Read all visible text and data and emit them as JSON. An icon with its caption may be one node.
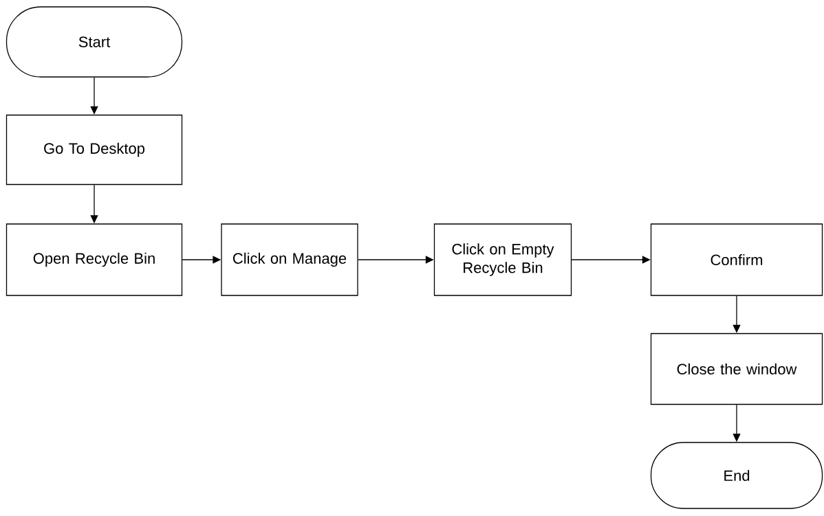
{
  "diagram": {
    "nodes": [
      {
        "text": [
          "Start"
        ]
      },
      {
        "text": [
          "Go To Desktop"
        ]
      },
      {
        "text": [
          "Open Recycle Bin"
        ]
      },
      {
        "text": [
          "Click on Manage"
        ]
      },
      {
        "text": [
          "Click on Empty Recycle Bin"
        ]
      },
      {
        "text": [
          "Confirm"
        ]
      },
      {
        "text": [
          "Close the window"
        ]
      },
      {
        "text": [
          "End"
        ]
      }
    ],
    "edges": [
      {
        "from": 0,
        "to": 1,
        "arrow": "to"
      },
      {
        "from": 1,
        "to": 2,
        "arrow": "to"
      },
      {
        "from": 2,
        "to": 3,
        "arrow": "to"
      },
      {
        "from": 3,
        "to": 4,
        "arrow": "to"
      },
      {
        "from": 4,
        "to": 5,
        "arrow": "to"
      },
      {
        "from": 5,
        "to": 6,
        "arrow": "to"
      },
      {
        "from": 6,
        "to": 7,
        "arrow": "to"
      }
    ]
  }
}
